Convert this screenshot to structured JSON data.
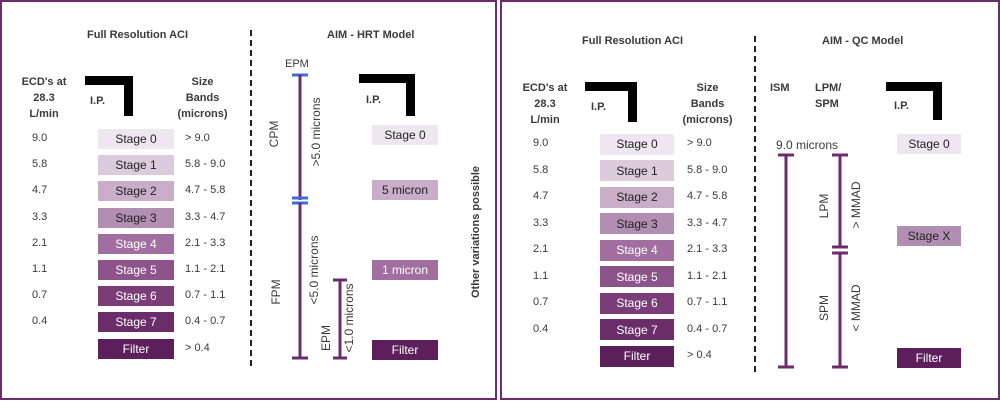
{
  "colors": {
    "border": "#6b2c6a",
    "bar": "#6b2c6a",
    "blue": "#3b6bd6",
    "stage_bg": [
      "#efe7f0",
      "#dccbdc",
      "#c8aec9",
      "#b38eb3",
      "#a06f9f",
      "#8c548a",
      "#7a3d78",
      "#6b2c6a",
      "#5c1f5b"
    ],
    "stage_text_dark": "#222222",
    "stage_text_light": "#ffffff"
  },
  "left": {
    "title": "Full Resolution ACI",
    "ecd_header": "ECD's at\n28.3\nL/min",
    "ip_label": "I.P.",
    "size_header": "Size\nBands\n(microns)",
    "ecds": [
      "9.0",
      "5.8",
      "4.7",
      "3.3",
      "2.1",
      "1.1",
      "0.7",
      "0.4"
    ],
    "stages": [
      "Stage 0",
      "Stage 1",
      "Stage 2",
      "Stage 3",
      "Stage 4",
      "Stage 5",
      "Stage 6",
      "Stage 7",
      "Filter"
    ],
    "bands": [
      "> 9.0",
      "5.8 - 9.0",
      "4.7 - 5.8",
      "3.3 - 4.7",
      "2.1 - 3.3",
      "1.1 - 2.1",
      "0.7 - 1.1",
      "0.4 - 0.7",
      "> 0.4"
    ],
    "model_title": "AIM - HRT Model",
    "epm_top": "EPM",
    "cpm": "CPM",
    "cpm_size": ">5.0 microns",
    "fpm": "FPM",
    "fpm_size": "<5.0 microns",
    "epm_bottom": "EPM",
    "epm_bottom_size": "<1.0 microns",
    "model_ip": "I.P.",
    "model_boxes": [
      "Stage 0",
      "5 micron",
      "1 micron",
      "Filter"
    ],
    "side_note": "Other variations possible"
  },
  "right": {
    "title": "Full Resolution ACI",
    "ecd_header": "ECD's at\n28.3\nL/min",
    "ip_label": "I.P.",
    "size_header": "Size\nBands\n(microns)",
    "ecds": [
      "9.0",
      "5.8",
      "4.7",
      "3.3",
      "2.1",
      "1.1",
      "0.7",
      "0.4"
    ],
    "stages": [
      "Stage 0",
      "Stage 1",
      "Stage 2",
      "Stage 3",
      "Stage 4",
      "Stage 5",
      "Stage 6",
      "Stage 7",
      "Filter"
    ],
    "bands": [
      "> 9.0",
      "5.8 - 9.0",
      "4.7 - 5.8",
      "3.3 - 4.7",
      "2.1 - 3.3",
      "1.1 - 2.1",
      "0.7 - 1.1",
      "0.4 - 0.7",
      "> 0.4"
    ],
    "model_title": "AIM - QC Model",
    "ism": "ISM",
    "lpm_spm": "LPM/\nSPM",
    "nine_microns": "9.0 microns",
    "lpm": "LPM",
    "lpm_mmad": "> MMAD",
    "spm": "SPM",
    "spm_mmad": "< MMAD",
    "model_ip": "I.P.",
    "model_boxes": [
      "Stage 0",
      "Stage X",
      "Filter"
    ]
  }
}
